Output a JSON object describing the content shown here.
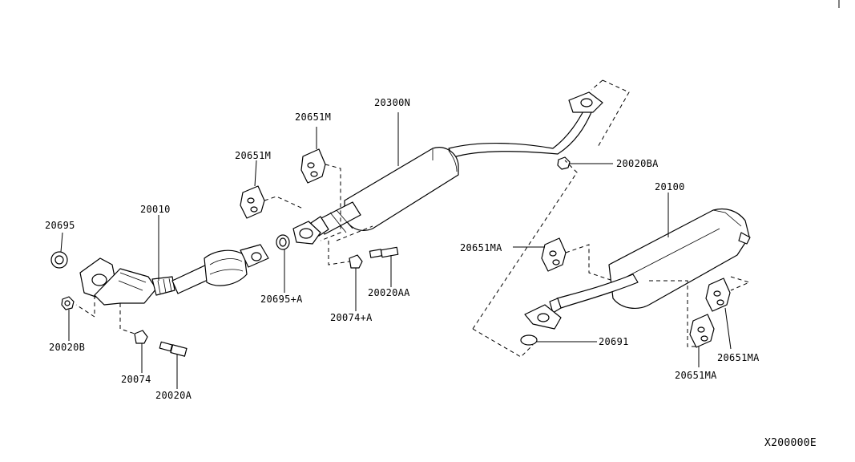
{
  "parts": {
    "p20651M_upper": "20651M",
    "p20300N": "20300N",
    "p20651M_left": "20651M",
    "p20010": "20010",
    "p20695": "20695",
    "p20020B": "20020B",
    "p20074": "20074",
    "p20020A": "20020A",
    "p20695A": "20695+A",
    "p20074A": "20074+A",
    "p20020AA": "20020AA",
    "p20020BA": "20020BA",
    "p20100": "20100",
    "p20651MA_mid": "20651MA",
    "p20691": "20691",
    "p20651MA_right": "20651MA",
    "p20651MA_bottom": "20651MA"
  },
  "diagram_code": "X200000E"
}
